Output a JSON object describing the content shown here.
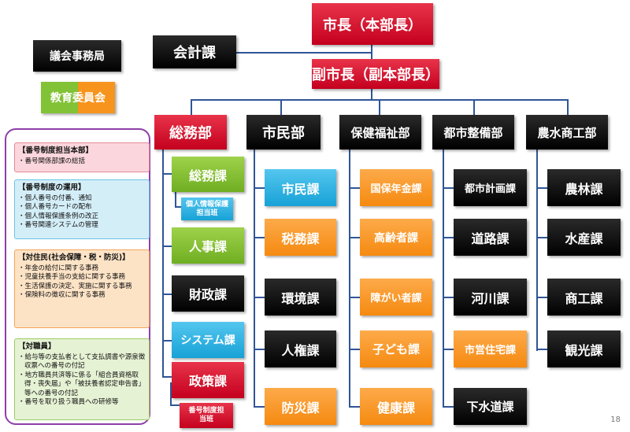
{
  "top": {
    "mayor": "市長（本部長）",
    "vice_mayor": "副市長（副本部長）",
    "accounting": "会計課",
    "council": "議会事務局",
    "education": "教育委員会"
  },
  "colors": {
    "red": "#d7102c",
    "black": "#000000",
    "green": "#82c236",
    "blue": "#2eb6e6",
    "orange": "#f7941d",
    "connector": "#2f5597",
    "panel_border": "#8e3fa8"
  },
  "departments": [
    {
      "name": "総務部",
      "sections": [
        "総務課",
        "人事課",
        "財政課",
        "システム課",
        "政策課"
      ],
      "subs": [
        "個人情報保護担当班",
        "番号制度担当班"
      ]
    },
    {
      "name": "市民部",
      "sections": [
        "市民課",
        "税務課",
        "環境課",
        "人権課",
        "防災課"
      ]
    },
    {
      "name": "保健福祉部",
      "sections": [
        "国保年金課",
        "高齢者課",
        "障がい者課",
        "子ども課",
        "健康課"
      ]
    },
    {
      "name": "都市整備部",
      "sections": [
        "都市計画課",
        "道路課",
        "河川課",
        "市営住宅課",
        "下水道課"
      ]
    },
    {
      "name": "農水商工部",
      "sections": [
        "農林課",
        "水産課",
        "商工課",
        "観光課"
      ]
    }
  ],
  "panel": {
    "cards": [
      {
        "title": "【番号制度担当本部】",
        "items": [
          "・番号関係部課の総括"
        ]
      },
      {
        "title": "【番号制度の運用】",
        "items": [
          "・個人番号の付番、通知",
          "・個人番号カードの配布",
          "・個人情報保護条例の改正",
          "・番号関連システムの管理"
        ]
      },
      {
        "title": "【対住民(社会保障・税・防災)】",
        "items": [
          "・年金の給付に関する事務",
          "・児童扶養手当の支給に関する事務",
          "・生活保護の決定、実施に関する事務",
          "・保険料の徴収に関する事務"
        ]
      },
      {
        "title": "【対職員】",
        "items": [
          "・給与等の支払者として支払調書や源泉徴収票への番号の付記",
          "・地方職員共済等に係る「組合員資格取得・喪失届」や「被扶養者認定申告書」等への番号の付記",
          "・番号を取り扱う職員への研修等"
        ]
      }
    ]
  },
  "page_number": "18"
}
